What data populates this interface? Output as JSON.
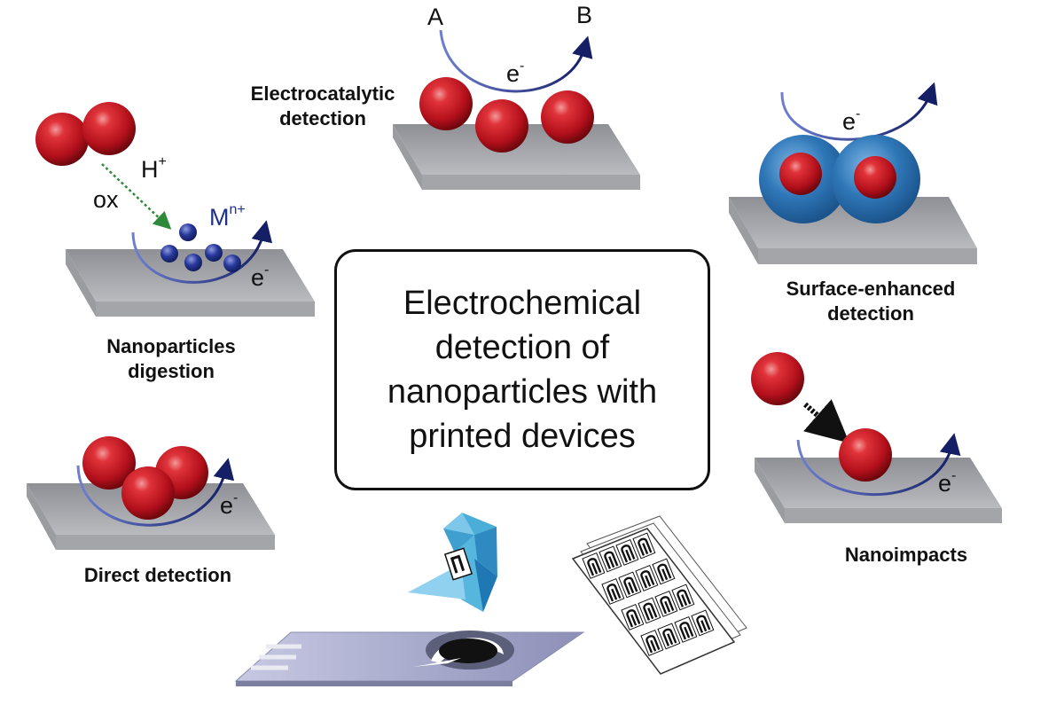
{
  "center": {
    "title": "Electrochemical detection of nanoparticles with printed devices"
  },
  "labels": {
    "electrocatalytic_1": "Electrocatalytic",
    "electrocatalytic_2": "detection",
    "surface_1": "Surface-enhanced",
    "surface_2": "detection",
    "digestion_1": "Nanoparticles",
    "digestion_2": "digestion",
    "direct": "Direct detection",
    "nanoimpacts": "Nanoimpacts"
  },
  "symbols": {
    "reactant": "A",
    "product": "B",
    "electron": "e",
    "minus": "-",
    "proton": "H",
    "plus": "+",
    "oxidation": "ox",
    "metal_ion": "M",
    "metal_ion_charge": "n+"
  },
  "colors": {
    "particle_red": "#c0141e",
    "shell_blue": "#2f77b8",
    "ion_blue": "#1e2f8c",
    "arrow_navy": "#1b2a6b",
    "digestion_arrow_green": "#2e8a3a",
    "substrate_grey": "#a9abae",
    "origami_blue": "#4aaed8"
  }
}
